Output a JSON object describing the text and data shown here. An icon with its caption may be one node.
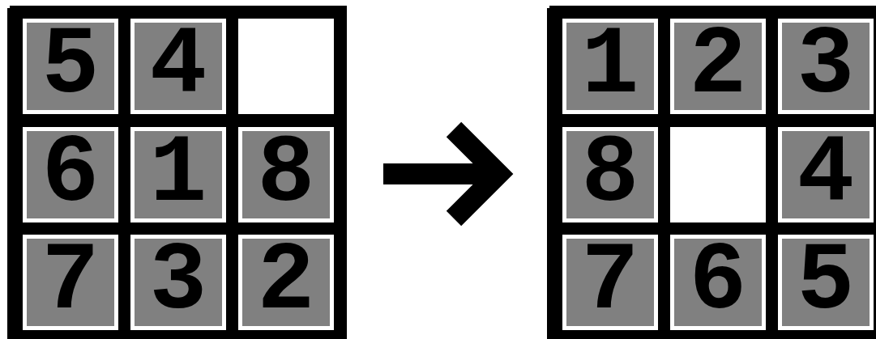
{
  "diagram": {
    "nodes": [
      {
        "text": [],
        "shape": "box"
      },
      {
        "text": [
          "5"
        ],
        "in": 0
      },
      {
        "text": [
          "4"
        ],
        "in": 0
      },
      {
        "text": [],
        "shape": "box",
        "in": 0
      },
      {
        "text": [
          "6"
        ],
        "in": 0
      },
      {
        "text": [
          "1"
        ],
        "in": 0
      },
      {
        "text": [
          "8"
        ],
        "in": 0
      },
      {
        "text": [
          "7"
        ],
        "in": 0
      },
      {
        "text": [
          "3"
        ],
        "in": 0
      },
      {
        "text": [
          "2"
        ],
        "in": 0
      },
      {
        "text": [],
        "shape": "box"
      },
      {
        "text": [
          "1"
        ],
        "in": 10
      },
      {
        "text": [
          "2"
        ],
        "in": 10
      },
      {
        "text": [
          "3"
        ],
        "in": 10
      },
      {
        "text": [
          "8"
        ],
        "in": 10
      },
      {
        "text": [],
        "shape": "box",
        "in": 10
      },
      {
        "text": [
          "4"
        ],
        "in": 10
      },
      {
        "text": [
          "7"
        ],
        "in": 10
      },
      {
        "text": [
          "6"
        ],
        "in": 10
      },
      {
        "text": [
          "5"
        ],
        "in": 10
      }
    ],
    "edges": [
      {
        "from": 0,
        "to": 10,
        "arrow": "to"
      }
    ]
  }
}
